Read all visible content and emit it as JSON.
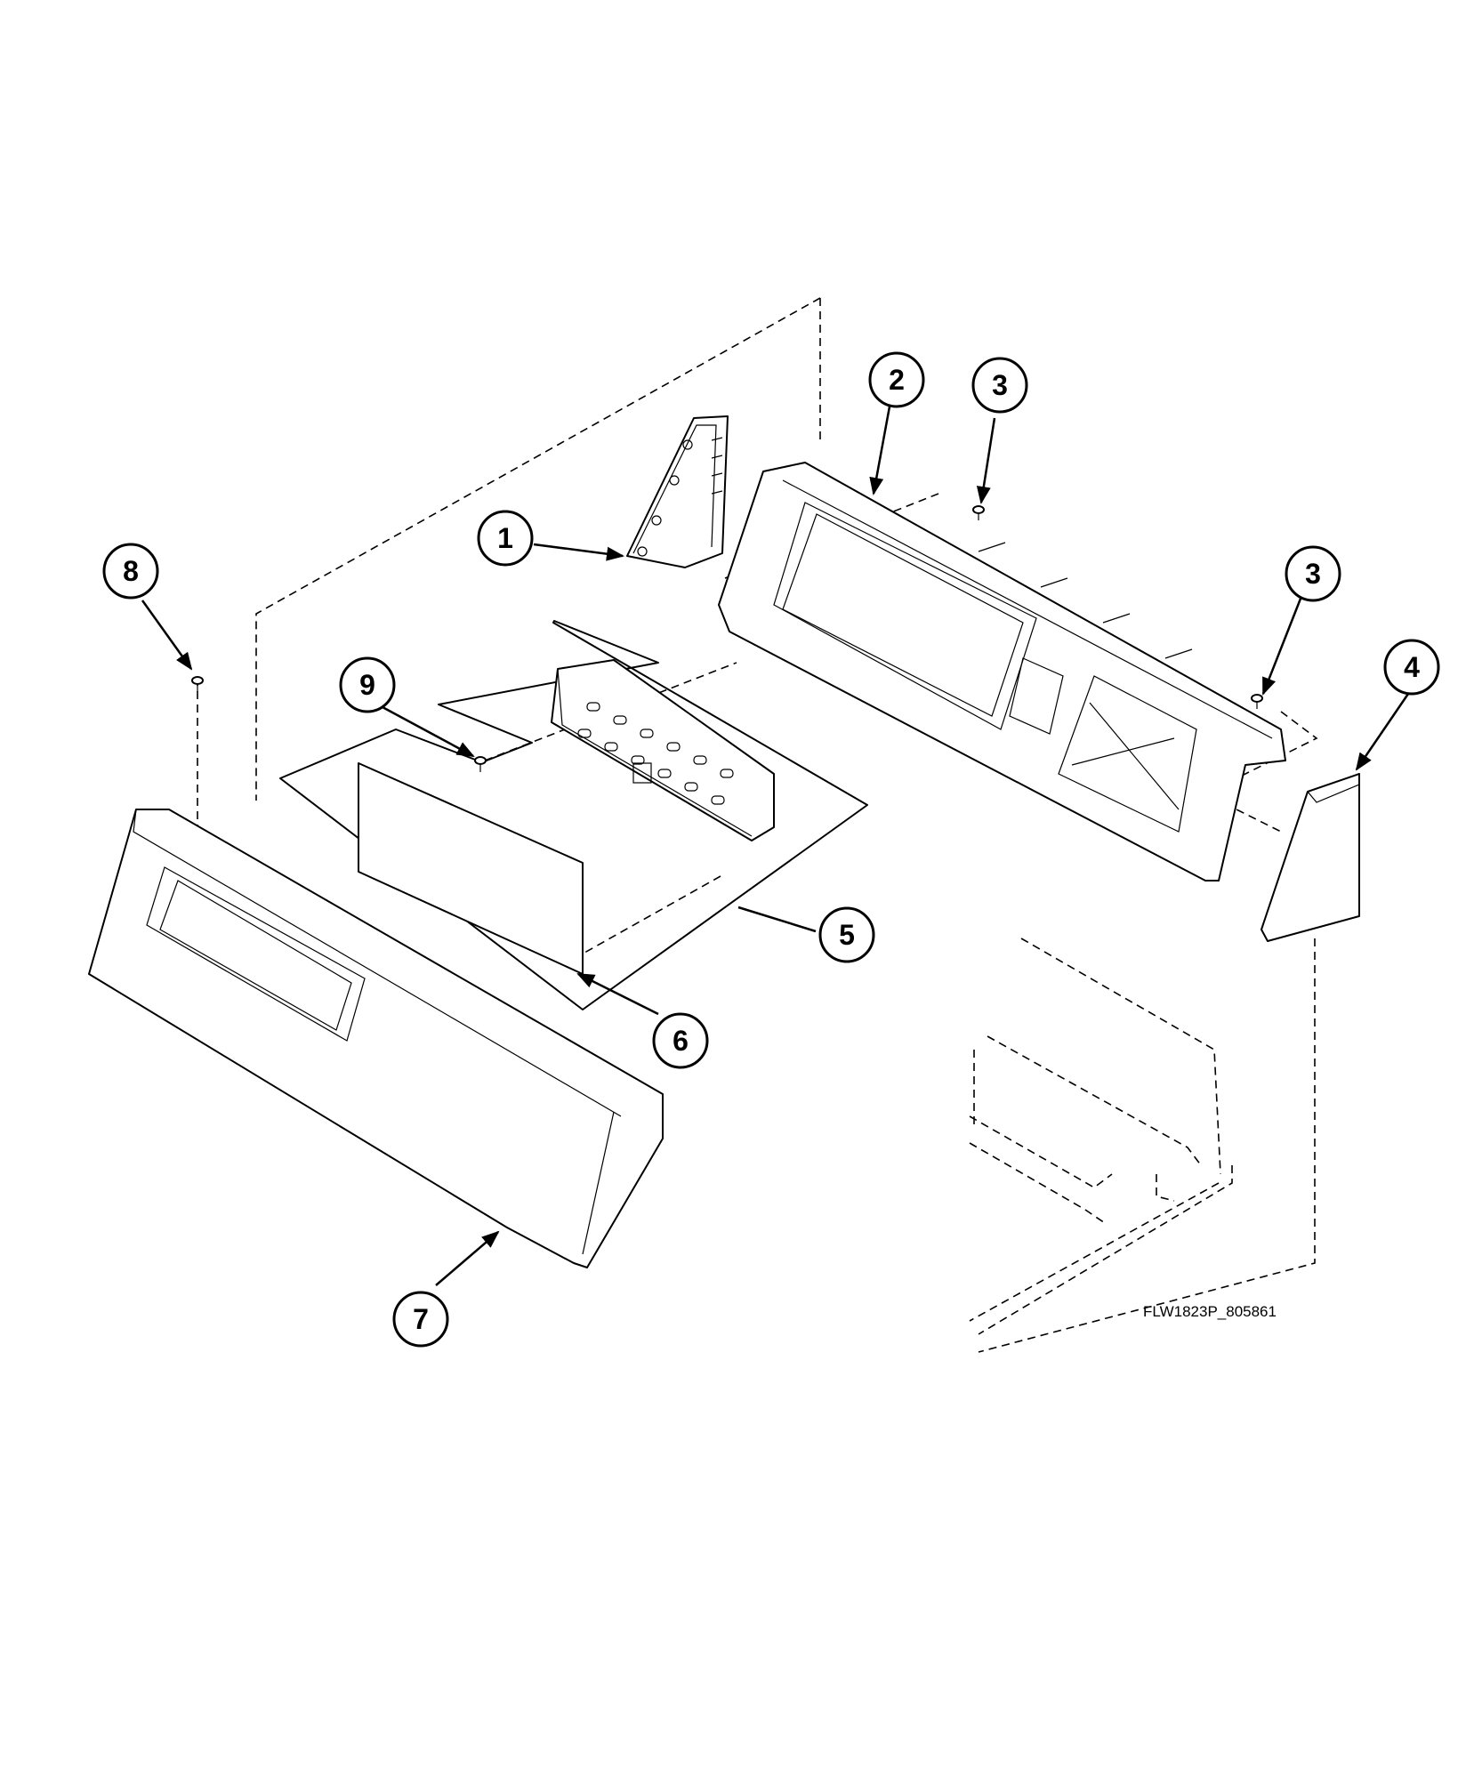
{
  "diagram": {
    "id_label": "FLW1823P_805861",
    "callouts": [
      "1",
      "2",
      "3",
      "3",
      "4",
      "5",
      "6",
      "7",
      "8",
      "9"
    ]
  }
}
